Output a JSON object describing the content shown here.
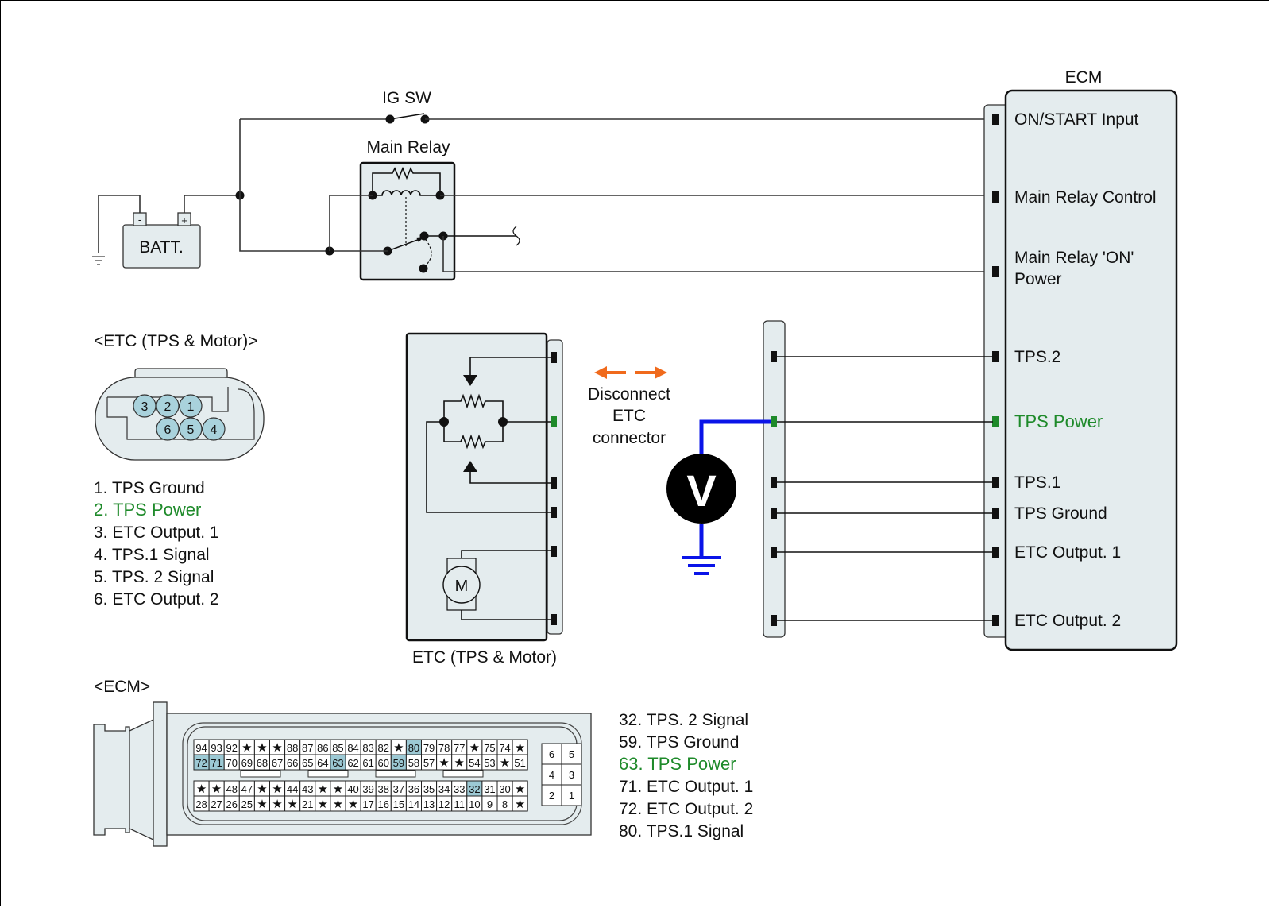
{
  "title": "ETC TPS Power circuit inspection diagram",
  "colors": {
    "highlight_green": "#1e8a2a",
    "measure_wire_blue": "#0a14e8",
    "arrow_orange": "#f06a1c",
    "pin_highlight": "#9cc9d4",
    "component_fill": "#e4ecee"
  },
  "top_circuit": {
    "ig_sw_label": "IG SW",
    "main_relay_label": "Main Relay",
    "battery_label": "BATT.",
    "battery_neg": "-",
    "battery_pos": "+"
  },
  "ecm_block": {
    "title": "ECM",
    "pins": [
      {
        "label": "ON/START Input",
        "highlight": false
      },
      {
        "label": "Main Relay Control",
        "highlight": false
      },
      {
        "label": "Main Relay 'ON'",
        "label2": "Power",
        "highlight": false
      },
      {
        "label": "TPS.2",
        "highlight": false
      },
      {
        "label": "TPS Power",
        "highlight": true
      },
      {
        "label": "TPS.1",
        "highlight": false
      },
      {
        "label": "TPS Ground",
        "highlight": false
      },
      {
        "label": "ETC Output. 1",
        "highlight": false
      },
      {
        "label": "ETC Output. 2",
        "highlight": false
      }
    ]
  },
  "etc_component": {
    "caption": "ETC (TPS & Motor)",
    "motor_label": "M"
  },
  "instruction": {
    "line1": "Disconnect",
    "line2": "ETC",
    "line3": "connector",
    "arrow_icon": "double-arrow-apart-icon"
  },
  "voltmeter": {
    "label": "V"
  },
  "etc_connector": {
    "title": "<ETC (TPS & Motor)>",
    "pins_top": [
      "3",
      "2",
      "1"
    ],
    "pins_bottom": [
      "6",
      "5",
      "4"
    ],
    "legend": [
      {
        "text": "1. TPS Ground",
        "highlight": false
      },
      {
        "text": "2. TPS Power",
        "highlight": true
      },
      {
        "text": "3. ETC Output. 1",
        "highlight": false
      },
      {
        "text": "4. TPS.1 Signal",
        "highlight": false
      },
      {
        "text": "5. TPS. 2 Signal",
        "highlight": false
      },
      {
        "text": "6. ETC Output. 2",
        "highlight": false
      }
    ]
  },
  "ecm_connector": {
    "title": "<ECM>",
    "rows": [
      [
        "94",
        "93",
        "92",
        "*",
        "*",
        "*",
        "88",
        "87",
        "86",
        "85",
        "84",
        "83",
        "82",
        "*",
        "80",
        "79",
        "78",
        "77",
        "*",
        "75",
        "74",
        "*"
      ],
      [
        "72",
        "71",
        "70",
        "69",
        "68",
        "67",
        "66",
        "65",
        "64",
        "63",
        "62",
        "61",
        "60",
        "59",
        "58",
        "57",
        "*",
        "*",
        "54",
        "53",
        "*",
        "51"
      ],
      [
        "*",
        "*",
        "48",
        "47",
        "*",
        "*",
        "44",
        "43",
        "*",
        "*",
        "40",
        "39",
        "38",
        "37",
        "36",
        "35",
        "34",
        "33",
        "32",
        "31",
        "30",
        "*"
      ],
      [
        "28",
        "27",
        "26",
        "25",
        "*",
        "*",
        "*",
        "21",
        "*",
        "*",
        "*",
        "17",
        "16",
        "15",
        "14",
        "13",
        "12",
        "11",
        "10",
        "9",
        "8",
        "*"
      ]
    ],
    "highlighted_pins": [
      "80",
      "72",
      "71",
      "63",
      "59",
      "32"
    ],
    "small_block": [
      [
        "6",
        "5"
      ],
      [
        "4",
        "3"
      ],
      [
        "2",
        "1"
      ]
    ],
    "legend": [
      {
        "text": "32. TPS. 2 Signal",
        "highlight": false
      },
      {
        "text": "59. TPS Ground",
        "highlight": false
      },
      {
        "text": "63. TPS Power",
        "highlight": true
      },
      {
        "text": "71. ETC Output. 1",
        "highlight": false
      },
      {
        "text": "72. ETC Output. 2",
        "highlight": false
      },
      {
        "text": "80. TPS.1 Signal",
        "highlight": false
      }
    ]
  }
}
